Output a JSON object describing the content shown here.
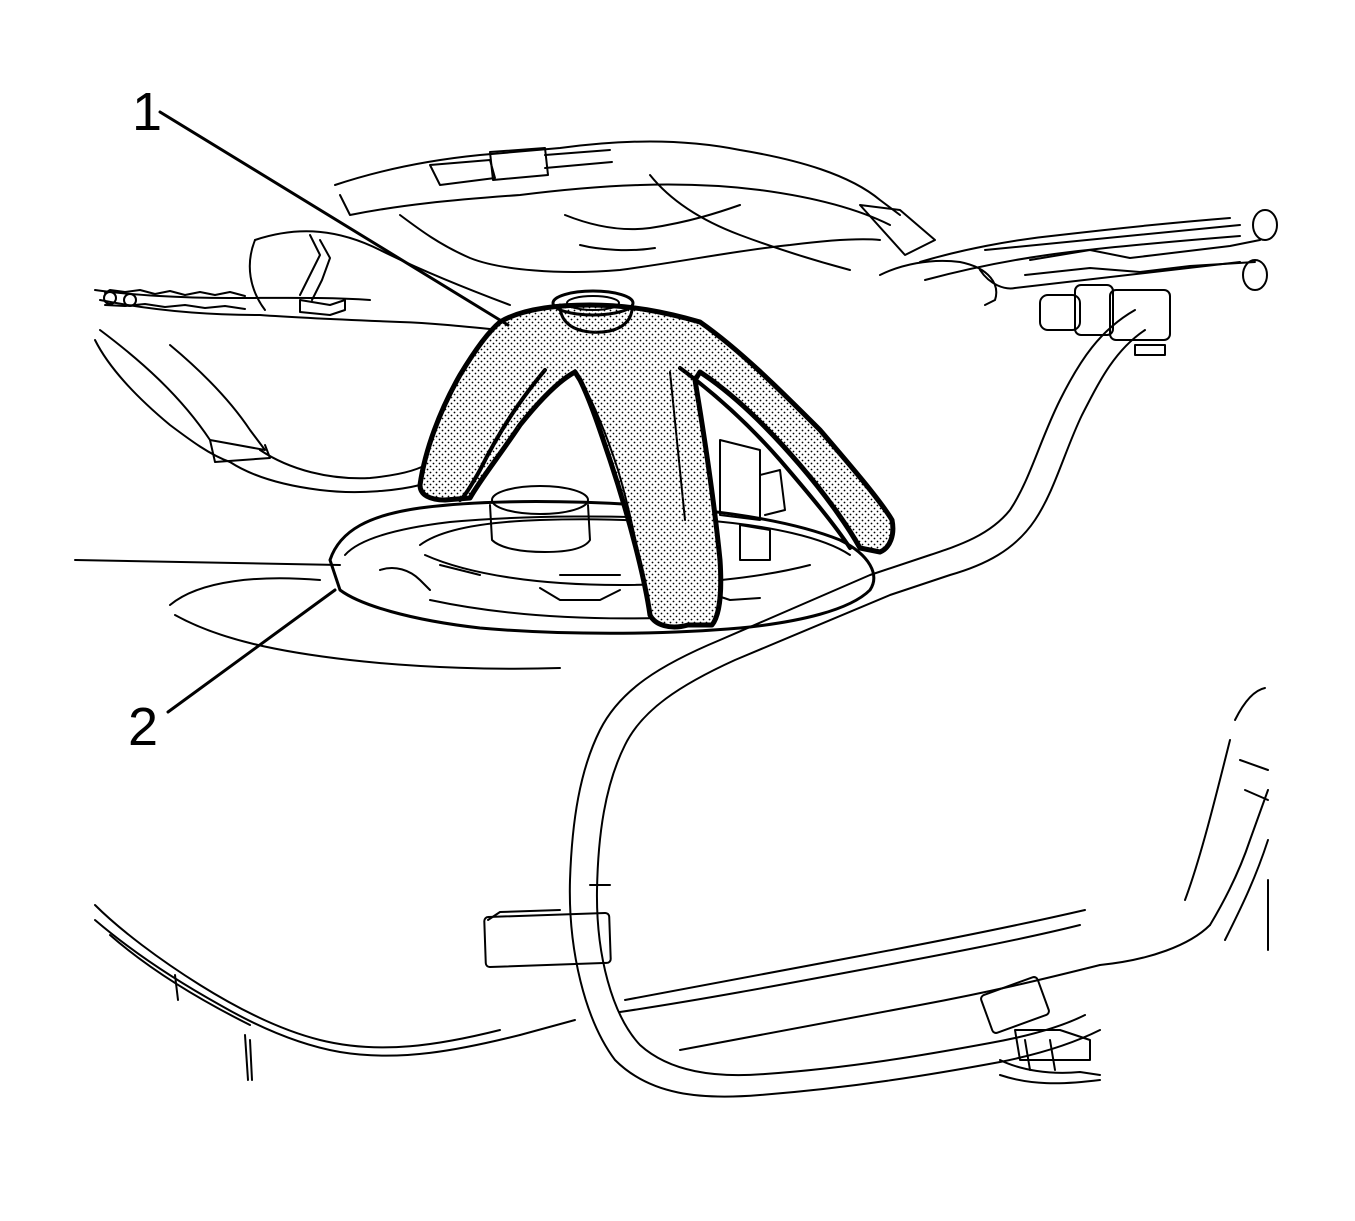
{
  "callouts": [
    {
      "number": "1"
    },
    {
      "number": "2"
    }
  ],
  "colors": {
    "line": "#000000",
    "background": "#ffffff",
    "highlight_fill": "stippled-gray"
  }
}
